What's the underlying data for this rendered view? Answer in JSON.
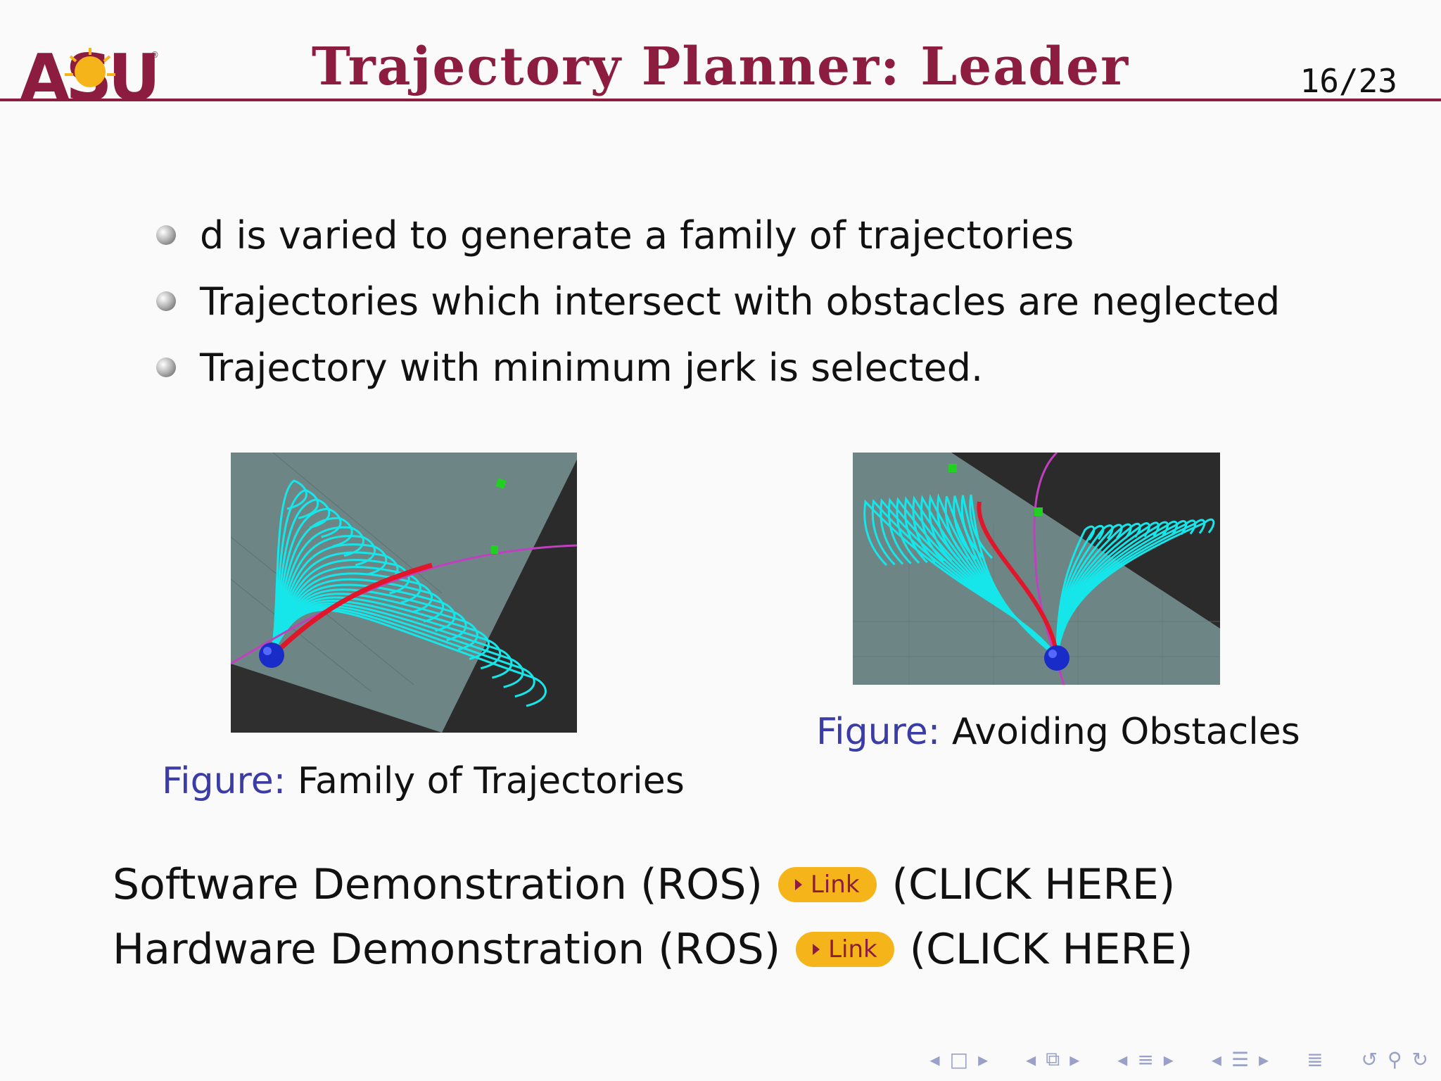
{
  "header": {
    "logo_text": "ASU",
    "title": "Trajectory Planner:  Leader",
    "page_number": "16/23",
    "accent_color": "#8c1d40"
  },
  "bullets": [
    "d is varied to generate a family of trajectories",
    "Trajectories which intersect with obstacles are neglected",
    "Trajectory with minimum jerk is selected."
  ],
  "figures": [
    {
      "label": "Figure:",
      "caption": "Family of Trajectories"
    },
    {
      "label": "Figure:",
      "caption": "Avoiding Obstacles"
    }
  ],
  "demos": [
    {
      "text": "Software Demonstration (ROS)",
      "link_label": "Link",
      "suffix": "(CLICK HERE)"
    },
    {
      "text": "Hardware Demonstration (ROS)",
      "link_label": "Link",
      "suffix": "(CLICK HERE)"
    }
  ],
  "nav_icons": [
    "nav-prev-icon",
    "slide-icon",
    "nav-next-icon",
    "nav-prev-icon",
    "frame-icon",
    "nav-next-icon",
    "nav-prev-icon",
    "subsection-icon",
    "nav-next-icon",
    "nav-prev-icon",
    "section-icon",
    "nav-next-icon",
    "outline-icon",
    "search-back-icon",
    "search-icon",
    "search-forward-icon"
  ]
}
